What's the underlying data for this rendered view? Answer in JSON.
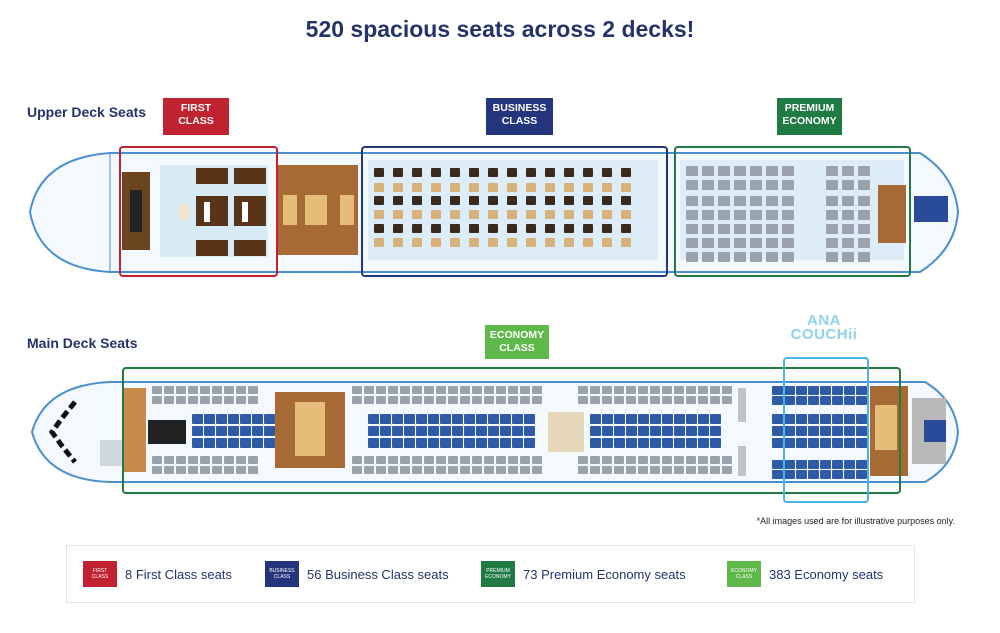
{
  "title": "520 spacious seats across 2 decks!",
  "upper_deck": {
    "label": "Upper Deck Seats",
    "zones": [
      {
        "tag": "FIRST\nCLASS",
        "color": "#c0222f"
      },
      {
        "tag": "BUSINESS\nCLASS",
        "color": "#23367d"
      },
      {
        "tag": "PREMIUM\nECONOMY",
        "color": "#1f7a43"
      }
    ]
  },
  "main_deck": {
    "label": "Main Deck Seats",
    "zones": [
      {
        "tag": "ECONOMY\nCLASS",
        "color": "#5fb84a"
      }
    ],
    "highlight": {
      "logo_line1": "ANA",
      "logo_line2": "COUCHii",
      "color": "#47b5e0"
    }
  },
  "note": "*All images used are for illustrative purposes only.",
  "legend": [
    {
      "swatch": "FIRST CLASS",
      "text": "8 First Class seats",
      "color": "#c0222f"
    },
    {
      "swatch": "BUSINESS CLASS",
      "text": "56 Business Class seats",
      "color": "#23367d"
    },
    {
      "swatch": "PREMIUM ECONOMY",
      "text": "73 Premium Economy seats",
      "color": "#1f7a43"
    },
    {
      "swatch": "ECONOMY CLASS",
      "text": "383 Economy seats",
      "color": "#5fb84a"
    }
  ],
  "colors": {
    "fuselage_outline": "#4a90d0",
    "cabin_floor": "#e8f3fb",
    "galley": "#a86a34",
    "economy_seat": "#2f5aa8",
    "gray_seat": "#9aa3ad"
  }
}
